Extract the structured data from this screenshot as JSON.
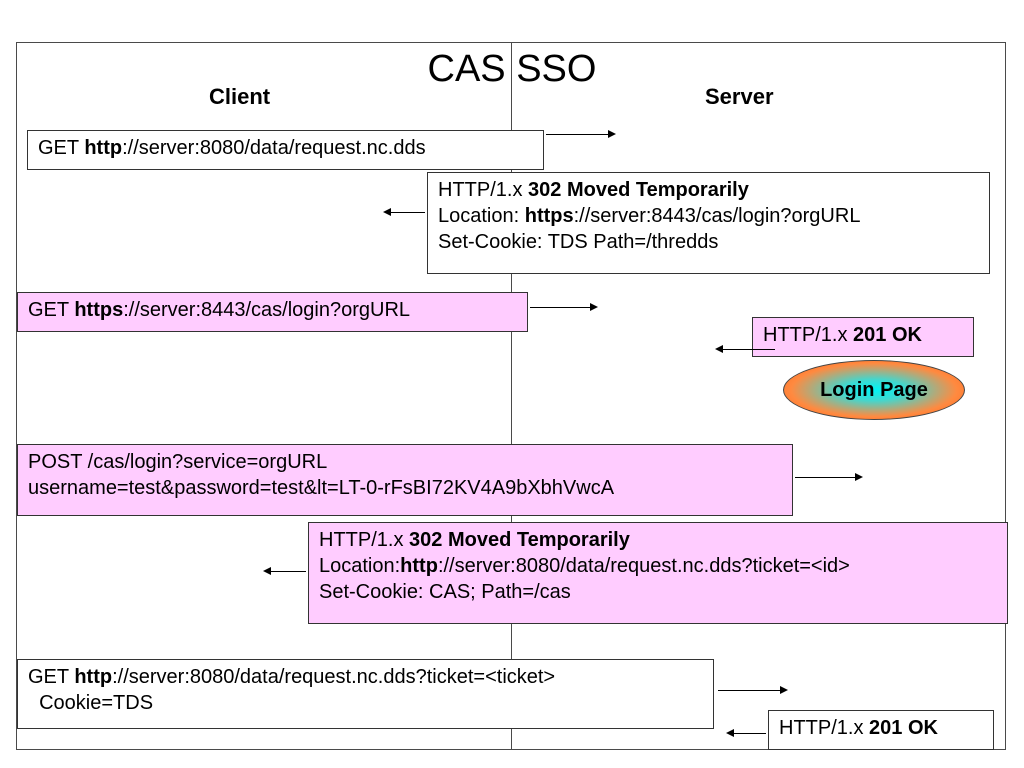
{
  "title": "CAS SSO",
  "columns": {
    "client": "Client",
    "server": "Server"
  },
  "messages": {
    "m1": {
      "method": "GET ",
      "scheme": "http",
      "rest": "://server:8080/data/request.nc.dds"
    },
    "m2": {
      "line1_prefix": "HTTP/1.x ",
      "line1_bold": "302 Moved Temporarily",
      "line2_prefix": "Location: ",
      "line2_bold": "https",
      "line2_rest": "://server:8443/cas/login?orgURL",
      "line3": "Set-Cookie: TDS Path=/thredds"
    },
    "m3": {
      "method": "GET ",
      "scheme": "https",
      "rest": "://server:8443/cas/login?orgURL"
    },
    "m4": {
      "prefix": "HTTP/1.x ",
      "bold": "201 OK"
    },
    "login_page": "Login Page",
    "m5": {
      "line1": "POST /cas/login?service=orgURL",
      "line2": "username=test&password=test&lt=LT-0-rFsBI72KV4A9bXbhVwcA"
    },
    "m6": {
      "line1_prefix": "HTTP/1.x ",
      "line1_bold": "302 Moved Temporarily",
      "line2_prefix": "Location:",
      "line2_bold": "http",
      "line2_rest": "://server:8080/data/request.nc.dds?ticket=<id>",
      "line3": "Set-Cookie: CAS; Path=/cas"
    },
    "m7": {
      "method": "GET ",
      "scheme": "http",
      "rest": "://server:8080/data/request.nc.dds?ticket=<ticket>",
      "line2": "  Cookie=TDS"
    },
    "m8": {
      "prefix": "HTTP/1.x ",
      "bold": "201 OK"
    }
  },
  "colors": {
    "pink_box": "#ffccff",
    "login_page_outer": "#ff5a10",
    "login_page_inner": "#00f5f5"
  }
}
